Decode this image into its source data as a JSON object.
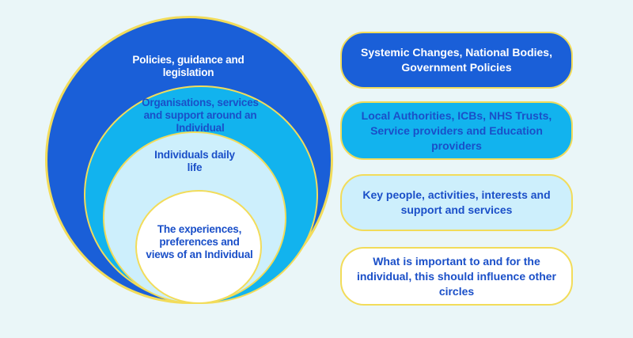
{
  "circles": {
    "outer": {
      "label": "Policies, guidance and legislation"
    },
    "second": {
      "label": "Organisations, services and support around an Individual"
    },
    "third": {
      "label": "Individuals daily life"
    },
    "inner": {
      "label": "The experiences, preferences and views of an Individual"
    }
  },
  "descriptions": [
    {
      "text": "Systemic Changes, National Bodies, Government Policies"
    },
    {
      "text": "Local Authorities, ICBs, NHS Trusts, Service providers and Education providers"
    },
    {
      "text": "Key people, activities, interests and support and services"
    },
    {
      "text": "What is important to and for the individual, this should influence other circles"
    }
  ],
  "colors": {
    "background": "#eaf6f8",
    "dark_blue": "#1a5fd8",
    "bright_blue": "#12b3ee",
    "light_blue": "#cdeffc",
    "white": "#ffffff",
    "outline_yellow": "#f2dc5a",
    "text_blue": "#1a4fc8"
  }
}
